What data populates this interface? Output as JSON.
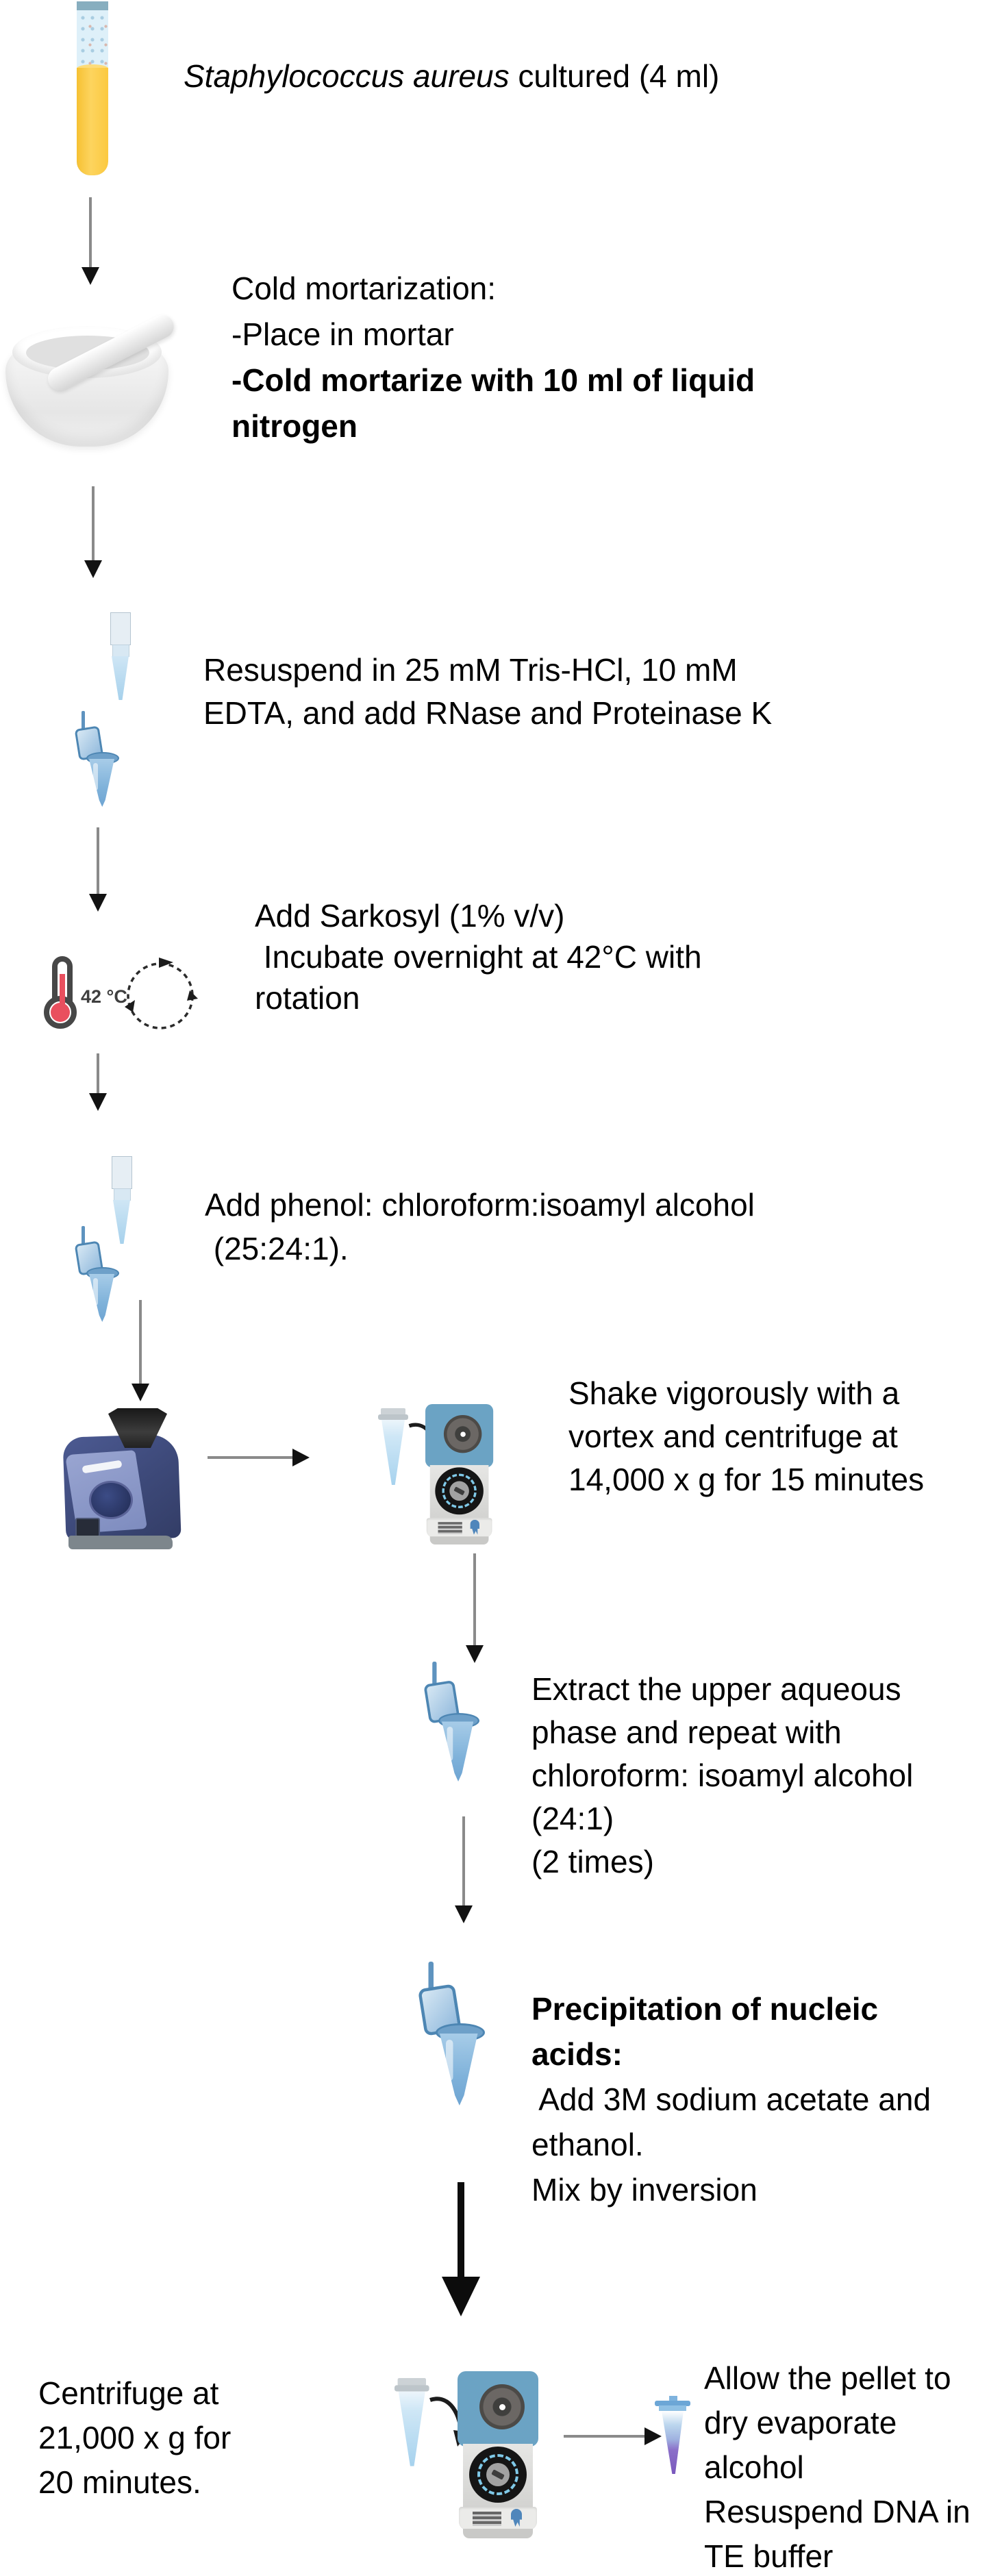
{
  "title": {
    "species_italic": "Staphylococcus aureus",
    "rest": " cultured (4 ml)"
  },
  "steps": {
    "mortar": {
      "lines": [
        "Cold mortarization:",
        "-Place in mortar",
        "-Cold mortarize with 10 ml of liquid",
        "nitrogen"
      ]
    },
    "resuspend": {
      "lines": [
        "Resuspend in 25 mM Tris-HCl, 10 mM",
        "EDTA, and add RNase and Proteinase K"
      ]
    },
    "sarkosyl": {
      "lines": [
        "Add Sarkosyl (1% v/v)",
        " Incubate overnight at 42°C with",
        "rotation"
      ],
      "temperature": "42 °C"
    },
    "phenol": {
      "lines": [
        "Add phenol: chloroform:isoamyl alcohol",
        " (25:24:1)."
      ]
    },
    "shake": {
      "lines": [
        "Shake vigorously with a",
        "vortex and centrifuge at",
        "14,000 x g for 15 minutes"
      ]
    },
    "extract": {
      "lines": [
        "Extract the upper aqueous",
        "phase and repeat with",
        "chloroform: isoamyl alcohol",
        "(24:1)",
        "(2 times)"
      ]
    },
    "precipitate": {
      "lines": [
        "Precipitation of nucleic",
        "acids:",
        " Add 3M sodium acetate and",
        "ethanol.",
        "Mix by inversion"
      ]
    },
    "final_spin": {
      "lines": [
        "Centrifuge at",
        "21,000 x g for",
        "20 minutes."
      ]
    },
    "dry_resuspend": {
      "lines": [
        "Allow the pellet to",
        "dry evaporate",
        "alcohol",
        "Resuspend DNA in",
        "TE buffer"
      ]
    }
  },
  "icons": {
    "test-tube-icon": "culture test tube with yellow medium",
    "mortar-pestle-icon": "white mortar and pestle",
    "pipette-tip-icon": "blue pipette tip",
    "microtube-open-icon": "open-cap microcentrifuge tube",
    "thermometer-icon": "thermometer at 42 °C",
    "rotation-icon": "circular rotation arrows",
    "vortex-mixer-icon": "vortex mixer",
    "centrifuge-icon": "microcentrifuge with open lid",
    "conical-tube-icon": "capped conical tube",
    "dna-pellet-tube-icon": "microtube with purple DNA pellet",
    "flow-arrow-icon": "downward flow arrow"
  },
  "colors": {
    "tube_blue": "#7fb2da",
    "liquid_yellow": "#fcd05b",
    "pellet_purple": "#8b6fc9",
    "vortex_navy": "#3d4979",
    "thermometer_red": "#e94f5e",
    "centrifuge_lid_blue": "#6ba3c4",
    "arrow_stem_gray": "#8a8a8a",
    "arrow_head_black": "#121212"
  }
}
